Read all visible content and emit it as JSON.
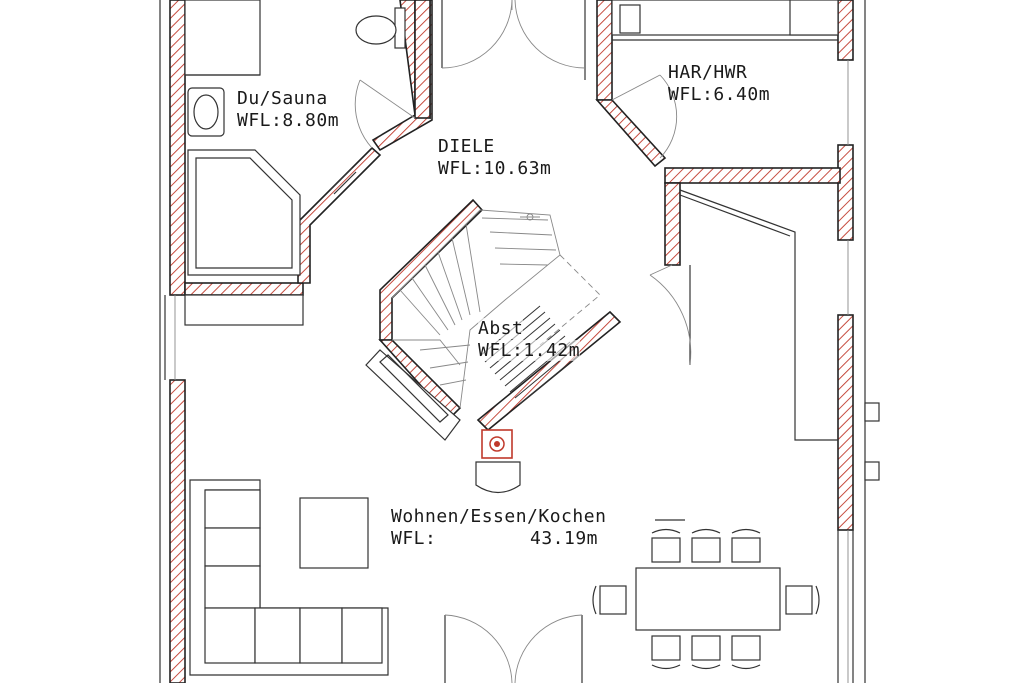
{
  "rooms": {
    "bath": {
      "name": "Du/Sauna",
      "area": "WFL:8.80m"
    },
    "utility": {
      "name": "HAR/HWR",
      "area": "WFL:6.40m"
    },
    "hall": {
      "name": "DIELE",
      "area": "WFL:10.63m"
    },
    "storage": {
      "name": "Abst",
      "area": "WFL:1.42m"
    },
    "living": {
      "name": "Wohnen/Essen/Kochen",
      "area_prefix": "WFL:",
      "area_value": "43.19m"
    }
  },
  "colors": {
    "wall_hatch": "#c0392b",
    "line": "#222222"
  },
  "icons": [
    "toilet-icon",
    "sink-icon",
    "sauna-icon",
    "stove-icon",
    "sofa-icon",
    "dining-table-icon",
    "chair-icon",
    "door-swing-icon"
  ]
}
